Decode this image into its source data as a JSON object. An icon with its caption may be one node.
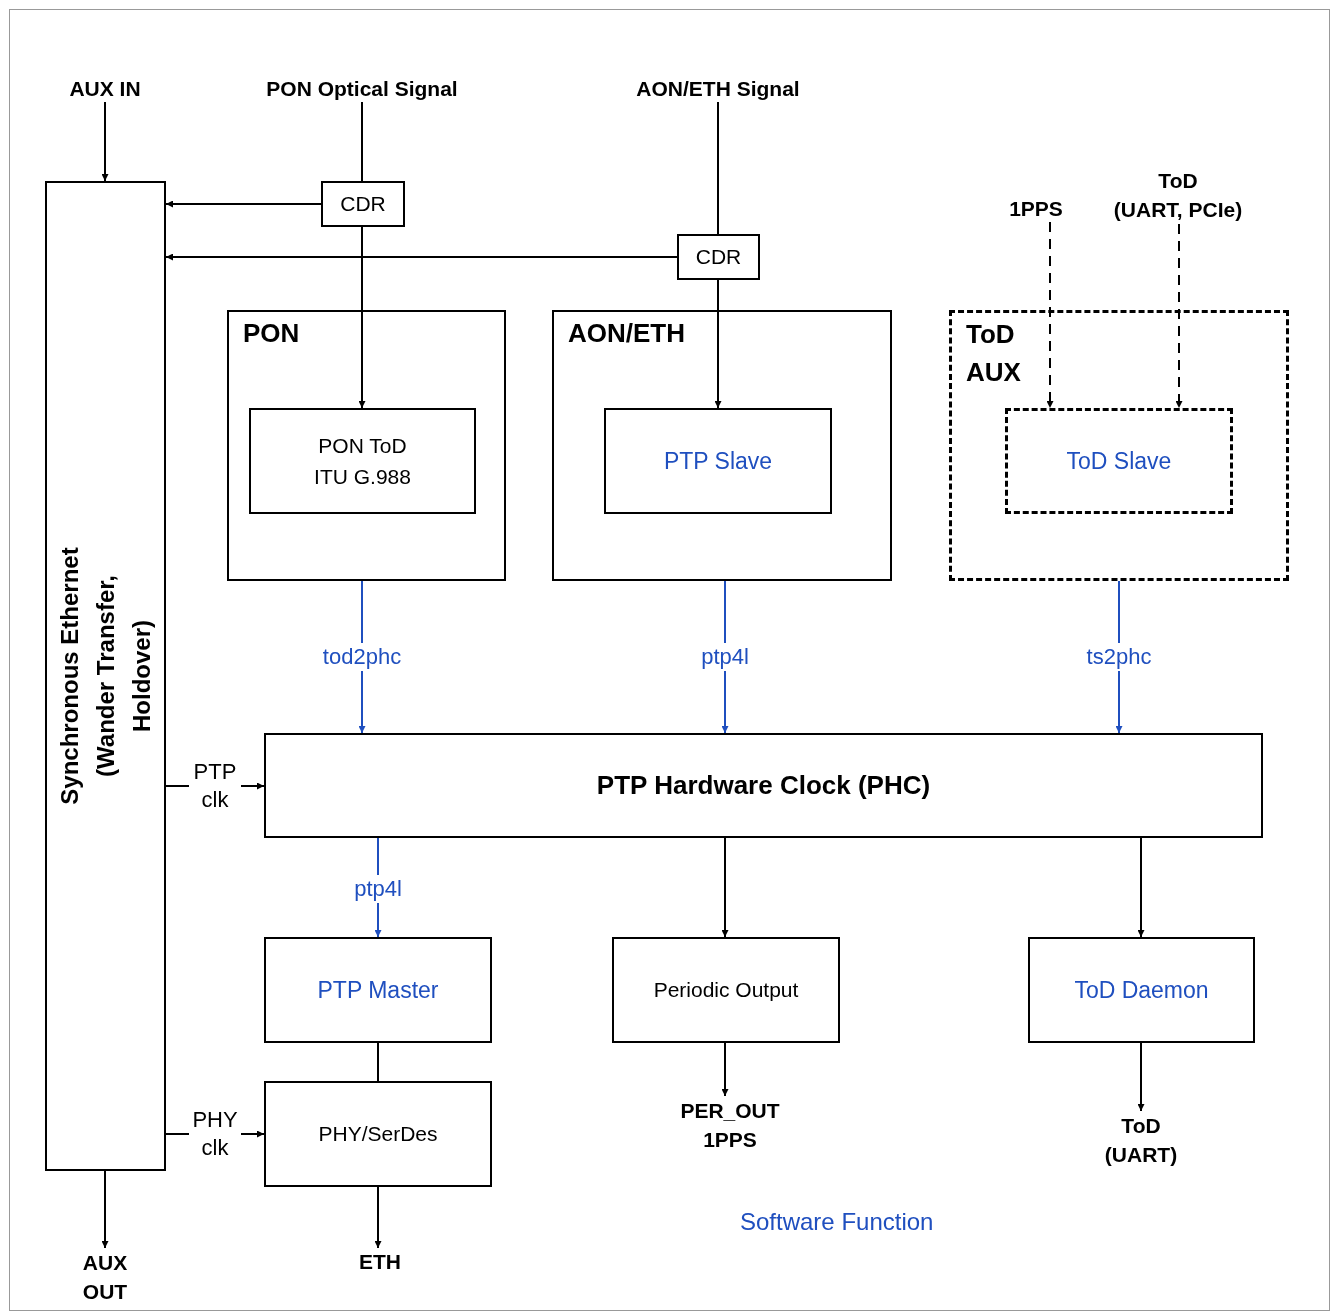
{
  "diagram": {
    "nodes": [
      {
        "text": [
          "AUX IN"
        ]
      },
      {
        "text": [
          "PON Optical Signal"
        ]
      },
      {
        "text": [
          "AON/ETH Signal"
        ]
      },
      {
        "text": [
          "1PPS"
        ]
      },
      {
        "text": [
          "ToD",
          "(UART, PCIe)"
        ]
      },
      {
        "text": [
          "Synchronous Ethernet (Wander Transfer, Holdover)"
        ]
      },
      {
        "text": [
          "CDR"
        ]
      },
      {
        "text": [
          "CDR"
        ]
      },
      {
        "text": [
          "PON"
        ]
      },
      {
        "text": [
          "PON ToD ITU G.988"
        ],
        "in": 8
      },
      {
        "text": [
          "AON/ETH"
        ]
      },
      {
        "text": [
          "PTP Slave"
        ],
        "in": 10
      },
      {
        "text": [
          "ToD AUX"
        ]
      },
      {
        "text": [
          "ToD Slave"
        ],
        "in": 12
      },
      {
        "text": [
          "PTP Hardware Clock (PHC)"
        ]
      },
      {
        "text": [
          "PTP Master"
        ]
      },
      {
        "text": [
          "Periodic Output"
        ]
      },
      {
        "text": [
          "ToD Daemon"
        ]
      },
      {
        "text": [
          "PHY/SerDes"
        ]
      },
      {
        "text": [
          "AUX OUT"
        ]
      },
      {
        "text": [
          "ETH"
        ]
      },
      {
        "text": [
          "PER_OUT 1PPS"
        ]
      },
      {
        "text": [
          "ToD (UART)"
        ]
      }
    ],
    "edges": [
      {
        "from": 0,
        "to": 5,
        "arrow": "to"
      },
      {
        "from": 1,
        "to": 6,
        "arrow": "none"
      },
      {
        "from": 6,
        "to": 9,
        "arrow": "to"
      },
      {
        "from": 6,
        "to": 5,
        "arrow": "to"
      },
      {
        "from": 2,
        "to": 7,
        "arrow": "none"
      },
      {
        "from": 7,
        "to": 11,
        "arrow": "to"
      },
      {
        "from": 7,
        "to": 5,
        "arrow": "to"
      },
      {
        "from": 3,
        "to": 13,
        "arrow": "to",
        "style": "dashed"
      },
      {
        "from": 4,
        "to": 13,
        "arrow": "to",
        "style": "dashed"
      },
      {
        "from": 8,
        "to": 14,
        "arrow": "to",
        "label": "tod2phc",
        "color": "#1f4fbf"
      },
      {
        "from": 10,
        "to": 14,
        "arrow": "to",
        "label": "ptp4l",
        "color": "#1f4fbf"
      },
      {
        "from": 12,
        "to": 14,
        "arrow": "to",
        "label": "ts2phc",
        "color": "#1f4fbf"
      },
      {
        "from": 5,
        "to": 14,
        "arrow": "to",
        "label": "PTP clk"
      },
      {
        "from": 14,
        "to": 15,
        "arrow": "to",
        "label": "ptp4l",
        "color": "#1f4fbf"
      },
      {
        "from": 14,
        "to": 16,
        "arrow": "to"
      },
      {
        "from": 14,
        "to": 17,
        "arrow": "to"
      },
      {
        "from": 15,
        "to": 18,
        "arrow": "none"
      },
      {
        "from": 5,
        "to": 18,
        "arrow": "to",
        "label": "PHY clk"
      },
      {
        "from": 5,
        "to": 19,
        "arrow": "to"
      },
      {
        "from": 18,
        "to": 20,
        "arrow": "to"
      },
      {
        "from": 16,
        "to": 21,
        "arrow": "to"
      },
      {
        "from": 17,
        "to": 22,
        "arrow": "to"
      }
    ],
    "labels": [
      "Software Function"
    ]
  }
}
